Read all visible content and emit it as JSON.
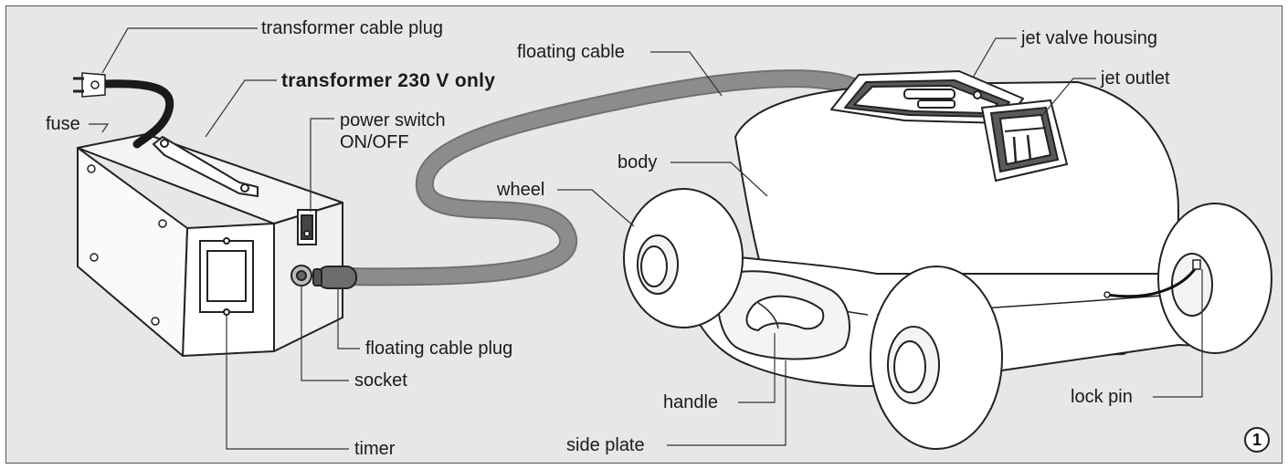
{
  "labels": {
    "transformer_cable_plug": "transformer cable plug",
    "floating_cable": "floating cable",
    "jet_valve_housing": "jet valve housing",
    "transformer": "transformer 230 V only",
    "jet_outlet": "jet outlet",
    "fuse": "fuse",
    "power_switch": "power switch\nON/OFF",
    "body": "body",
    "wheel": "wheel",
    "floating_cable_plug": "floating cable plug",
    "socket": "socket",
    "handle": "handle",
    "lock_pin": "lock pin",
    "side_plate": "side plate",
    "timer": "timer"
  },
  "figure_number": "1"
}
